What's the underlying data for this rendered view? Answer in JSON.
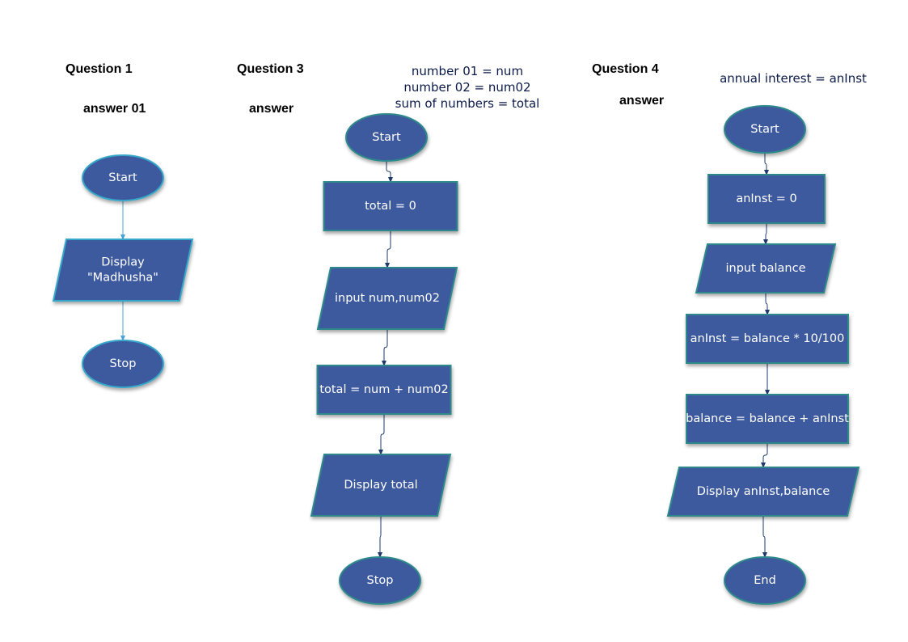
{
  "colors": {
    "shape_fill": "#3d5a9e",
    "shape_stroke_q1": "#36a7c9",
    "shape_stroke": "#2f8a8a",
    "connector_q1": "#4aa3d6",
    "connector": "#1f3a6b"
  },
  "headings": {
    "q1": "Question 1",
    "q1_answer": "answer 01",
    "q3": "Question 3",
    "q3_answer": "answer",
    "q4": "Question 4",
    "q4_answer": "answer"
  },
  "notes": {
    "q3": [
      "number 01 = num",
      "number 02 = num02",
      "sum of numbers = total"
    ],
    "q4": [
      "annual interest = anInst"
    ]
  },
  "flowcharts": {
    "q1": {
      "nodes": [
        {
          "type": "terminator",
          "lines": [
            "Start"
          ]
        },
        {
          "type": "io",
          "lines": [
            "Display",
            "\"Madhusha\""
          ]
        },
        {
          "type": "terminator",
          "lines": [
            "Stop"
          ]
        }
      ]
    },
    "q3": {
      "nodes": [
        {
          "type": "terminator",
          "lines": [
            "Start"
          ]
        },
        {
          "type": "process",
          "lines": [
            "total = 0"
          ]
        },
        {
          "type": "io",
          "lines": [
            "input num,num02"
          ]
        },
        {
          "type": "process",
          "lines": [
            "total = num + num02"
          ]
        },
        {
          "type": "io",
          "lines": [
            "Display total"
          ]
        },
        {
          "type": "terminator",
          "lines": [
            "Stop"
          ]
        }
      ]
    },
    "q4": {
      "nodes": [
        {
          "type": "terminator",
          "lines": [
            "Start"
          ]
        },
        {
          "type": "process",
          "lines": [
            "anInst = 0"
          ]
        },
        {
          "type": "io",
          "lines": [
            "input balance"
          ]
        },
        {
          "type": "process",
          "lines": [
            "anInst = balance * 10/100"
          ]
        },
        {
          "type": "process",
          "lines": [
            "balance = balance + anInst"
          ]
        },
        {
          "type": "io",
          "lines": [
            "Display anInst,balance"
          ]
        },
        {
          "type": "terminator",
          "lines": [
            "End"
          ]
        }
      ]
    }
  }
}
